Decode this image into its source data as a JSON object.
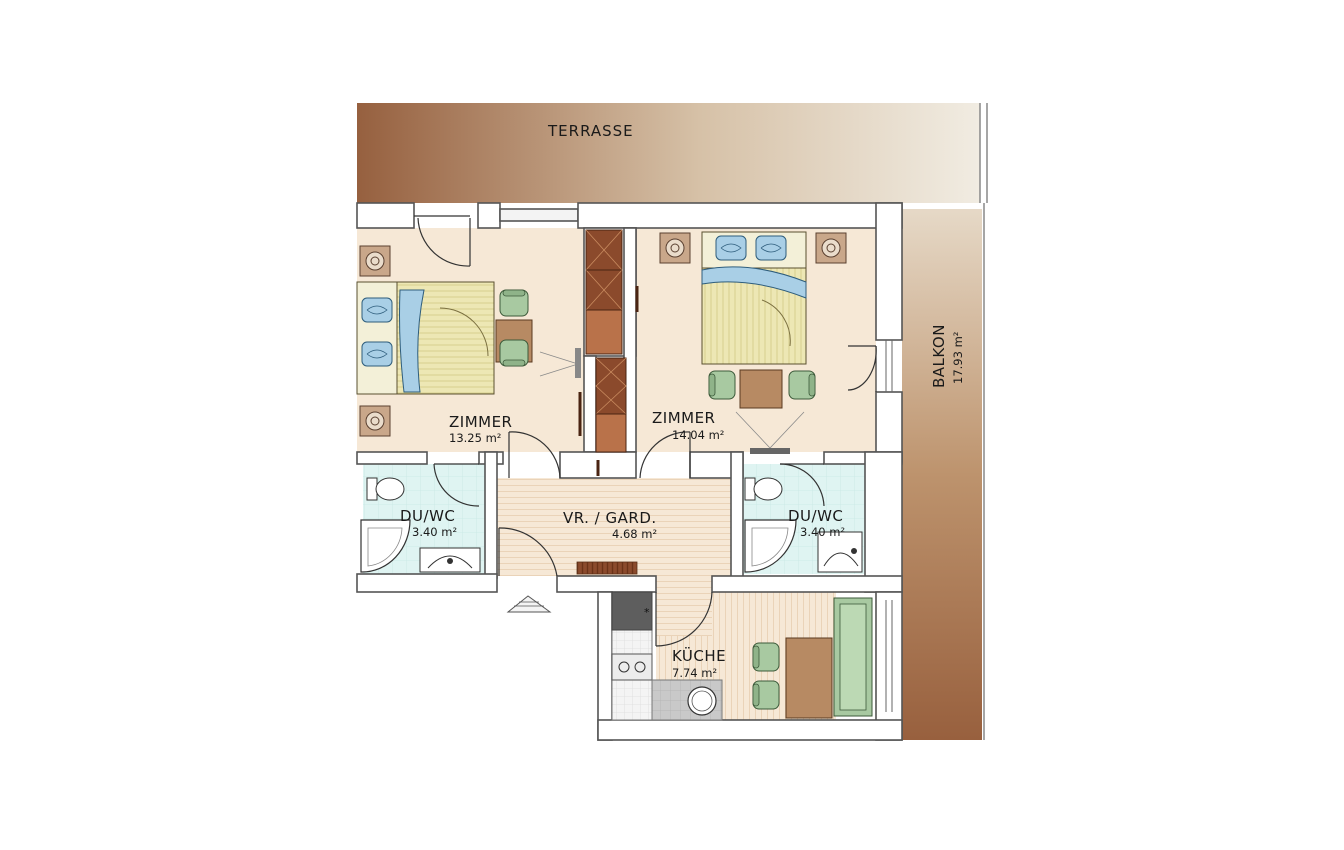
{
  "plan": {
    "terrace": {
      "name": "TERRASSE"
    },
    "balcony": {
      "name": "BALKON",
      "area": "17.93 m²"
    },
    "rooms": [
      {
        "id": "room-left",
        "name": "ZIMMER",
        "area": "13.25 m²"
      },
      {
        "id": "room-right",
        "name": "ZIMMER",
        "area": "14.04 m²"
      },
      {
        "id": "bath-left",
        "name": "DU/WC",
        "area": "3.40 m²"
      },
      {
        "id": "bath-right",
        "name": "DU/WC",
        "area": "3.40 m²"
      },
      {
        "id": "hall",
        "name": "VR. / GARD.",
        "area": "4.68 m²"
      },
      {
        "id": "kitchen",
        "name": "KÜCHE",
        "area": "7.74 m²"
      }
    ],
    "colors": {
      "wood_floor": "#f5e6d3",
      "bath_tile": "#dff4f2",
      "wall": "#ffffff",
      "wall_stroke": "#555555",
      "terrace_dark": "#96603f",
      "terrace_light": "#ece4d7",
      "bed_sheet": "#ede7b4",
      "pillow": "#a9cfe6",
      "chair": "#a8c9a1",
      "table": "#b78a63",
      "cabinet": "#8a4b2a"
    }
  }
}
